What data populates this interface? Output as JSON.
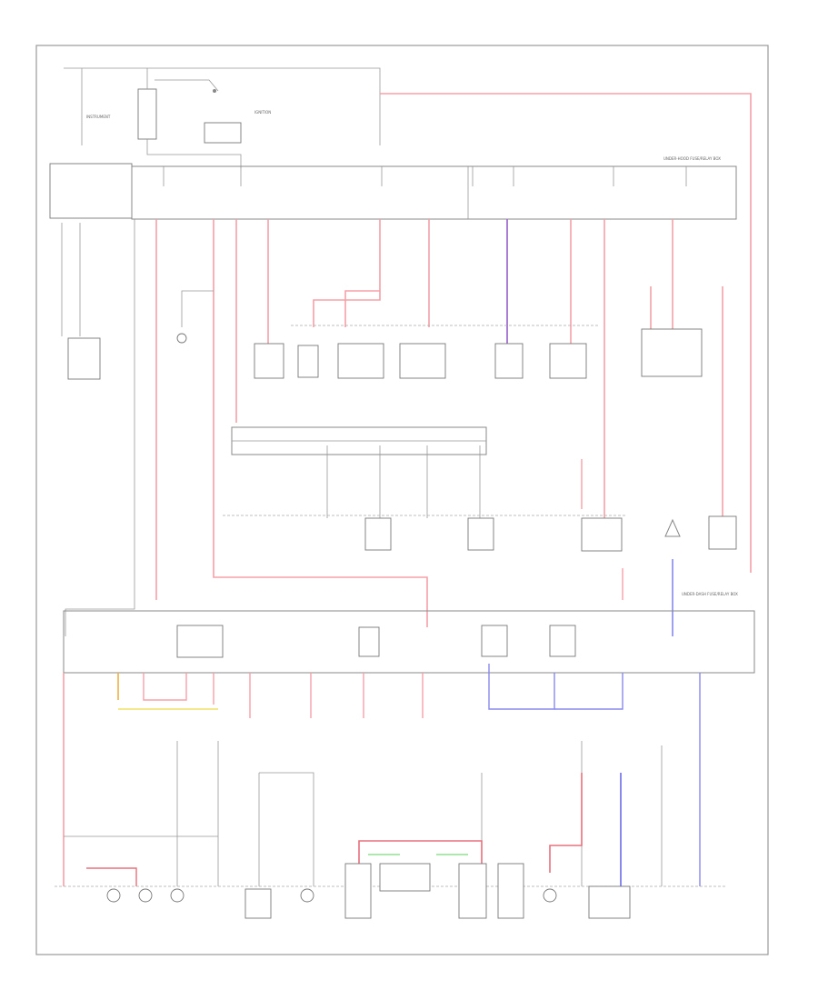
{
  "diagram": {
    "colors": {
      "red": "#f5a0a8",
      "darkred": "#e8707c",
      "purple": "#a070d0",
      "blue": "#8888ee",
      "orange": "#f0b040",
      "yellow": "#f0e060",
      "green": "#90e090",
      "gray": "#888888"
    },
    "devices": [
      "main-battery",
      "main-ignition-switch",
      "main-fuse-box",
      "main-underhood-relay-box",
      "main-starter",
      "main-relay-1",
      "main-relay-2",
      "main-relay-3",
      "main-relay-4",
      "main-relay-5",
      "main-relay-6",
      "main-fan-controller",
      "main-dash-relay-box",
      "main-relay-7",
      "main-relay-8",
      "main-relay-9",
      "main-relay-10",
      "main-relay-11",
      "main-relay-12",
      "main-lower-fuse-box",
      "main-load-1",
      "main-load-2",
      "main-load-3",
      "main-load-4",
      "main-load-5",
      "main-load-6",
      "main-load-7",
      "main-load-8",
      "main-load-9",
      "main-load-10"
    ]
  }
}
